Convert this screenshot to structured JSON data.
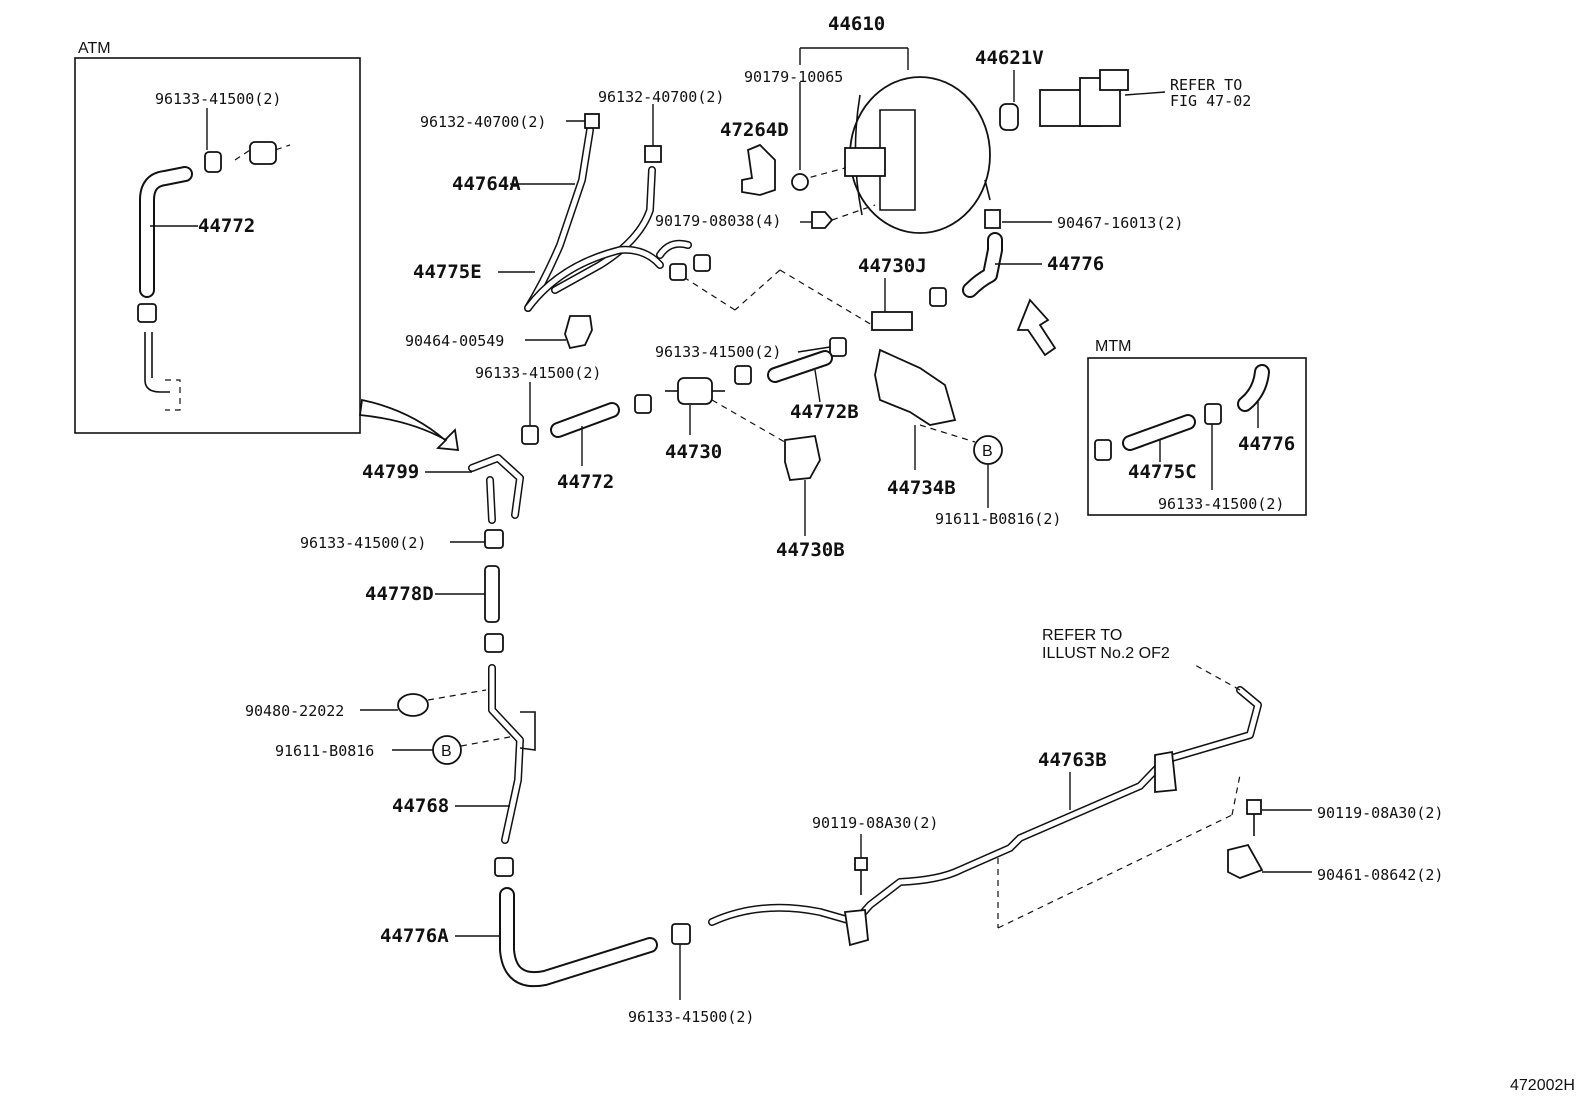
{
  "boxes": {
    "atm": "ATM",
    "mtm": "MTM"
  },
  "refs": {
    "fig_line1": "REFER TO",
    "fig_line2": "FIG 47-02",
    "illust_line1": "REFER TO",
    "illust_line2": "ILLUST No.2 OF2"
  },
  "marker_b": "B",
  "footer_code": "472002H",
  "parts": {
    "p44610": "44610",
    "p90179_10065": "90179-10065",
    "p44621v": "44621V",
    "p47264d": "47264D",
    "p90179_08038": "90179-08038(4)",
    "p90467_16013": "90467-16013(2)",
    "p44776": "44776",
    "p44730j": "44730J",
    "p96132_40700_a": "96132-40700(2)",
    "p96132_40700_b": "96132-40700(2)",
    "p44764a": "44764A",
    "p44775e": "44775E",
    "p90464_00549": "90464-00549",
    "p96133_41500_atm": "96133-41500(2)",
    "p44772_atm": "44772",
    "p96133_41500_mid": "96133-41500(2)",
    "p96133_41500_left": "96133-41500(2)",
    "p44772b": "44772B",
    "p44772": "44772",
    "p44730": "44730",
    "p44730b": "44730B",
    "p44734b": "44734B",
    "p91611_b0816_2": "91611-B0816(2)",
    "p44799": "44799",
    "p96133_41500_lower": "96133-41500(2)",
    "p44778d": "44778D",
    "p90480_22022": "90480-22022",
    "p91611_b0816": "91611-B0816",
    "p44768": "44768",
    "p44776a": "44776A",
    "p96133_41500_bottom": "96133-41500(2)",
    "p90119_08a30_a": "90119-08A30(2)",
    "p44763b": "44763B",
    "p90119_08a30_b": "90119-08A30(2)",
    "p90461_08642": "90461-08642(2)",
    "p44775c": "44775C",
    "p44776_mtm": "44776",
    "p96133_41500_mtm": "96133-41500(2)"
  }
}
